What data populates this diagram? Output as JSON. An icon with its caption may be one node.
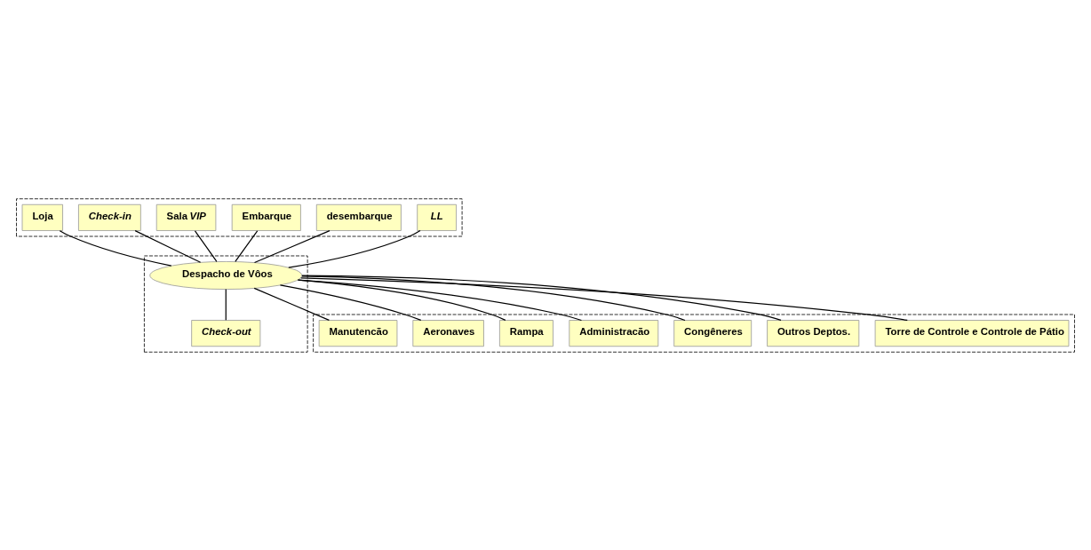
{
  "diagram": {
    "nodes": [
      {
        "text": [],
        "shape": "box"
      },
      {
        "text": [],
        "shape": "box"
      },
      {
        "text": [],
        "shape": "box"
      },
      {
        "text": [
          "Loja"
        ],
        "in": 0
      },
      {
        "text": [
          "Check-in"
        ],
        "in": 0
      },
      {
        "text": [
          "Sala *VIP*"
        ],
        "in": 0
      },
      {
        "text": [
          "Embarque"
        ],
        "in": 0
      },
      {
        "text": [
          "desembarque"
        ],
        "in": 0
      },
      {
        "text": [
          "LL"
        ],
        "in": 0
      },
      {
        "text": [
          "Despacho de Vôos"
        ],
        "in": 1
      },
      {
        "text": [
          "Check-out"
        ],
        "in": 1
      },
      {
        "text": [
          "Manutencão"
        ],
        "in": 2
      },
      {
        "text": [
          "Aeronaves"
        ],
        "in": 2
      },
      {
        "text": [
          "Rampa"
        ],
        "in": 2
      },
      {
        "text": [
          "Administracão"
        ],
        "in": 2
      },
      {
        "text": [
          "Congêneres"
        ],
        "in": 2
      },
      {
        "text": [
          "Outros Deptos."
        ],
        "in": 2
      },
      {
        "text": [
          "Torre de Controle e Controle de Pátio"
        ],
        "in": 2
      }
    ],
    "edges": [
      {
        "from": 3,
        "to": 9,
        "arrow": "none"
      },
      {
        "from": 4,
        "to": 9,
        "arrow": "none"
      },
      {
        "from": 5,
        "to": 9,
        "arrow": "none"
      },
      {
        "from": 6,
        "to": 9,
        "arrow": "none"
      },
      {
        "from": 7,
        "to": 9,
        "arrow": "none"
      },
      {
        "from": 8,
        "to": 9,
        "arrow": "none"
      },
      {
        "from": 9,
        "to": 10,
        "arrow": "none"
      },
      {
        "from": 9,
        "to": 11,
        "arrow": "none"
      },
      {
        "from": 9,
        "to": 12,
        "arrow": "none"
      },
      {
        "from": 9,
        "to": 13,
        "arrow": "none"
      },
      {
        "from": 9,
        "to": 14,
        "arrow": "none"
      },
      {
        "from": 9,
        "to": 15,
        "arrow": "none"
      },
      {
        "from": 9,
        "to": 16,
        "arrow": "none"
      },
      {
        "from": 9,
        "to": 17,
        "arrow": "none"
      }
    ]
  }
}
